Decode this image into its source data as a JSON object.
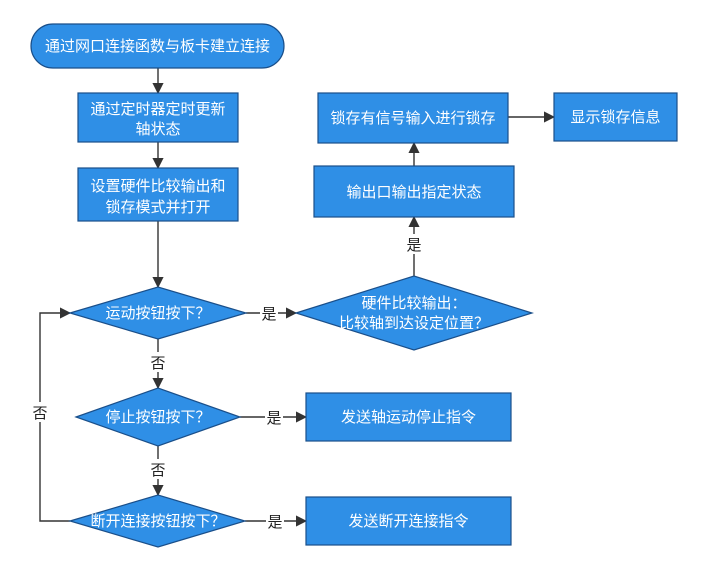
{
  "nodes": {
    "start": "通过网口连接函数与板卡建立连接",
    "timer_line1": "通过定时器定时更新",
    "timer_line2": "轴状态",
    "setup_line1": "设置硬件比较输出和",
    "setup_line2": "锁存模式并打开",
    "motion_check": "运动按钮按下？",
    "stop_check": "停止按钮按下？",
    "disconnect_check": "断开连接按钮按下？",
    "compare_line1": "硬件比较输出：",
    "compare_line2": "比较轴到达设定位置？",
    "output_state": "输出口输出指定状态",
    "latch": "锁存有信号输入进行锁存",
    "show_latch": "显示锁存信息",
    "stop_cmd": "发送轴运动停止指令",
    "disconnect_cmd": "发送断开连接指令"
  },
  "edges": {
    "yes": "是",
    "no": "否"
  },
  "colors": {
    "node_fill": "#2f8fe6",
    "node_stroke": "#1a4f8a",
    "edge": "#333333"
  }
}
